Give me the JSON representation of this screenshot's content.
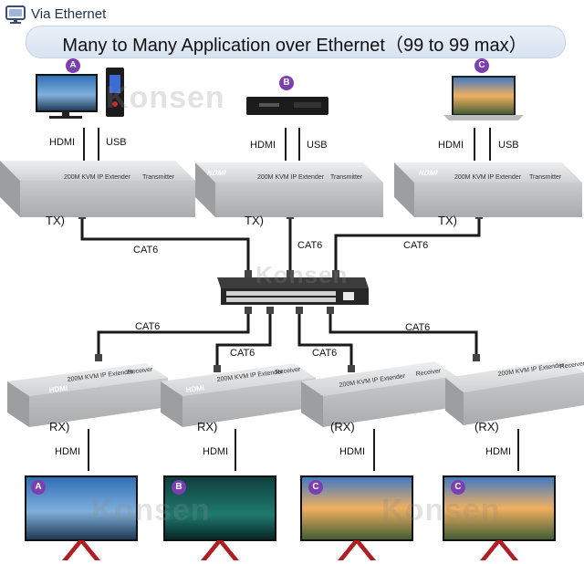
{
  "header": {
    "title": "Via Ethernet"
  },
  "banner": {
    "title": "Many to Many Application over Ethernet（99 to 99 max）"
  },
  "badges": {
    "a": "A",
    "b": "B",
    "c": "C"
  },
  "ports": {
    "hdmi": "HDMI",
    "usb": "USB"
  },
  "cable": {
    "cat6": "CAT6"
  },
  "device": {
    "brand": "HDMI",
    "model": "200M KVM IP Extender",
    "tx_side": "Transmitter",
    "rx_side": "Receiver",
    "tx_tag": "TX)",
    "rx_tag": "RX)",
    "rx_tag_alt": "(RX)"
  },
  "watermark": "Konsen",
  "colors": {
    "badge": "#7b3fb2",
    "device_body": "#d3d5d6",
    "device_top": "#e4e6e7",
    "cable": "#1a1a1a",
    "switch": "#2b2b2b",
    "banner_bg": "#dfe7f2"
  },
  "icons": {
    "header": "monitor-network-icon"
  }
}
